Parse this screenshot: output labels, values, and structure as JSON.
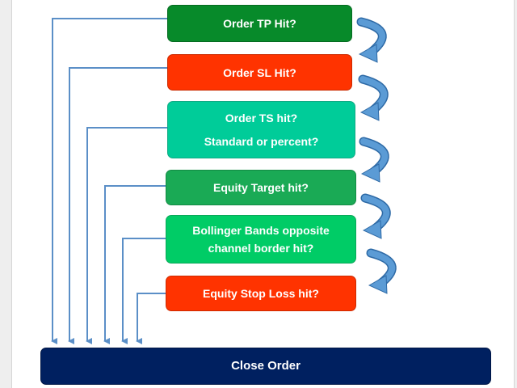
{
  "flowchart": {
    "checks": [
      {
        "label": "Order TP Hit?"
      },
      {
        "label": "Order SL Hit?"
      },
      {
        "label": "Order TS hit?",
        "sub": "Standard or percent?"
      },
      {
        "label": "Equity Target hit?"
      },
      {
        "label": "Bollinger Bands opposite",
        "sub": "channel border hit?"
      },
      {
        "label": "Equity Stop Loss hit?"
      }
    ],
    "final": {
      "label": "Close Order"
    }
  },
  "colors": {
    "tp_fill": "#078a2a",
    "sl_fill": "#ff3300",
    "ts_fill": "#00cc99",
    "equity_target_fill": "#1aaa55",
    "bollinger_fill": "#00cc66",
    "equity_sl_fill": "#ff3300",
    "close_fill": "#002060",
    "connector_line": "#5b8fc7",
    "curved_arrow": "#5b9bd5"
  }
}
